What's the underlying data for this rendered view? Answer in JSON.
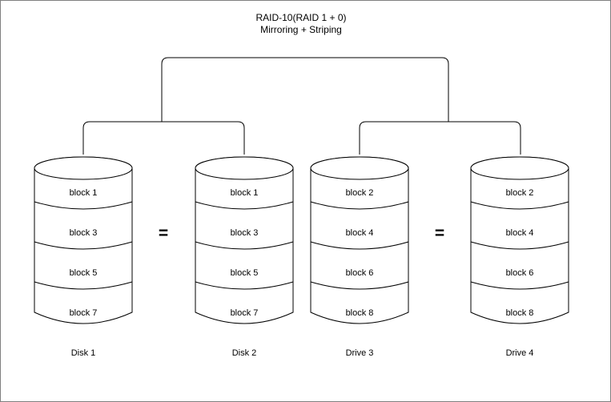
{
  "title": {
    "line1": "RAID-10(RAID 1 + 0)",
    "line2": "Mirroring + Striping"
  },
  "colors": {
    "stroke": "#000000",
    "background": "#ffffff",
    "frame": "#808080"
  },
  "mirror_symbol": "=",
  "disks": [
    {
      "label": "Disk 1",
      "blocks": [
        "block 1",
        "block 3",
        "block 5",
        "block 7"
      ]
    },
    {
      "label": "Disk 2",
      "blocks": [
        "block 1",
        "block 3",
        "block 5",
        "block 7"
      ]
    },
    {
      "label": "Drive 3",
      "blocks": [
        "block 2",
        "block 4",
        "block 6",
        "block 8"
      ]
    },
    {
      "label": "Drive 4",
      "blocks": [
        "block 2",
        "block 4",
        "block 6",
        "block 8"
      ]
    }
  ],
  "mirror_pairs": [
    {
      "left_disk": "Disk 1",
      "right_disk": "Disk 2",
      "symbol": "="
    },
    {
      "left_disk": "Drive 3",
      "right_disk": "Drive 4",
      "symbol": "="
    }
  ]
}
